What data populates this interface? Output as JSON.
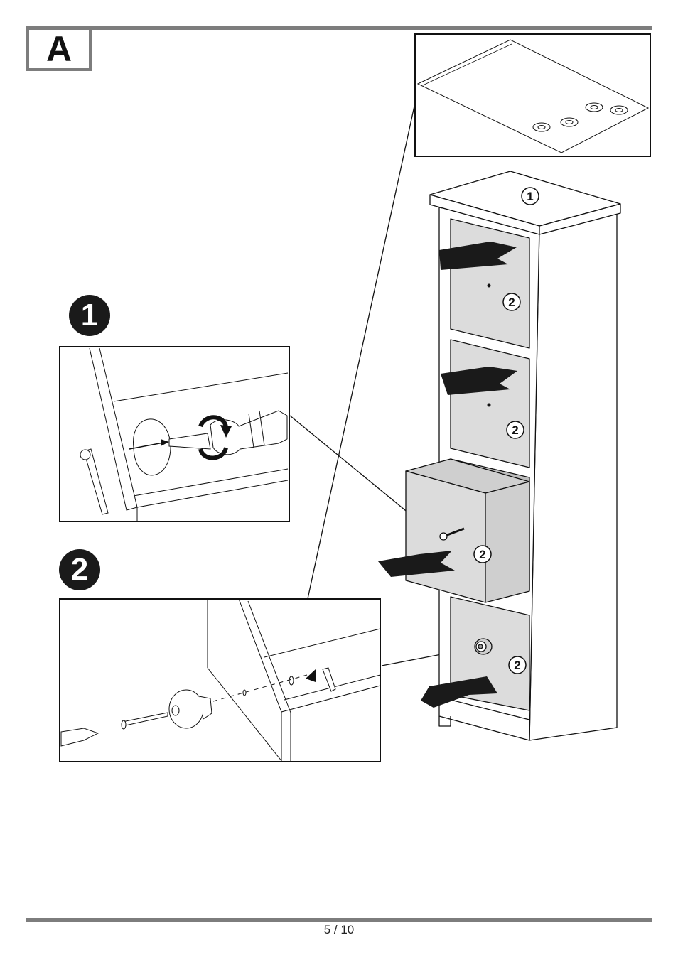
{
  "section": {
    "letter": "A"
  },
  "steps": [
    {
      "number": "1"
    },
    {
      "number": "2"
    }
  ],
  "callouts": {
    "top_panel": "1",
    "drawer": "2"
  },
  "footer": {
    "page": "5 / 10"
  }
}
